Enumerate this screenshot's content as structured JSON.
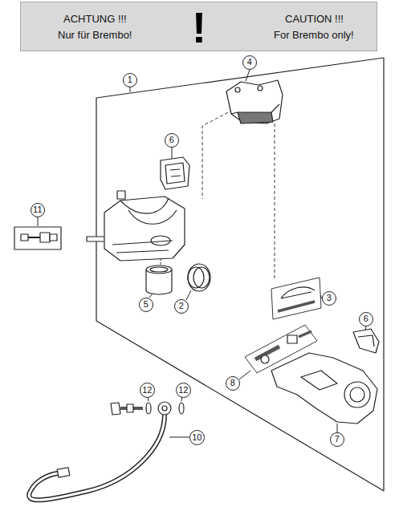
{
  "diagram": {
    "nodes": [
      {
        "text": [
          "ACHTUNG !!!",
          "Nur für Brembo!",
          "!",
          "CAUTION !!!",
          "For Brembo only!"
        ]
      },
      {
        "text": [
          "4"
        ]
      },
      {
        "text": [
          "1"
        ]
      },
      {
        "text": [
          "6"
        ]
      },
      {
        "text": [
          "11"
        ]
      },
      {
        "text": [
          "3"
        ]
      },
      {
        "text": [
          "5"
        ]
      },
      {
        "text": [
          "2"
        ]
      },
      {
        "text": [
          "6"
        ]
      },
      {
        "text": [
          "8"
        ]
      },
      {
        "text": [
          "12"
        ]
      },
      {
        "text": [
          "12"
        ]
      },
      {
        "text": [
          "7"
        ]
      },
      {
        "text": [
          "10"
        ]
      }
    ]
  }
}
